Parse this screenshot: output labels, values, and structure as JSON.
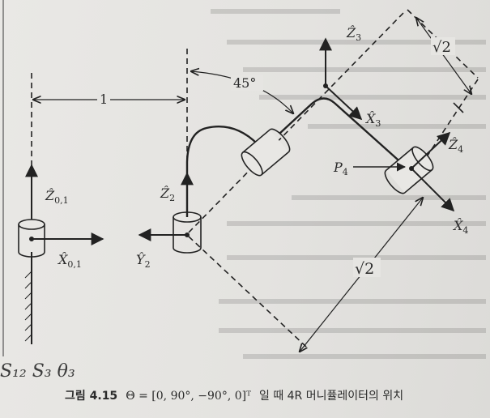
{
  "figure": {
    "labels": {
      "z01": "Ẑ",
      "z01_sub": "0,1",
      "x01": "X̂",
      "x01_sub": "0,1",
      "z2": "Ẑ",
      "z2_sub": "2",
      "y2": "Ŷ",
      "y2_sub": "2",
      "z3": "Ẑ",
      "z3_sub": "3",
      "x3": "X̂",
      "x3_sub": "3",
      "z4": "Ẑ",
      "z4_sub": "4",
      "x4": "X̂",
      "x4_sub": "4",
      "p4": "P",
      "p4_sub": "4",
      "dim_one": "1",
      "angle": "45°",
      "sqrt2_top": "√2",
      "sqrt2_bottom": "√2"
    }
  },
  "caption": {
    "number": "그림 4.15",
    "math": "Θ = [0, 90°, −90°, 0]ᵀ",
    "text": "일 때 4R 머니퓰레이터의 위치"
  },
  "handwriting": "S₁₂ S₃ θ₃"
}
